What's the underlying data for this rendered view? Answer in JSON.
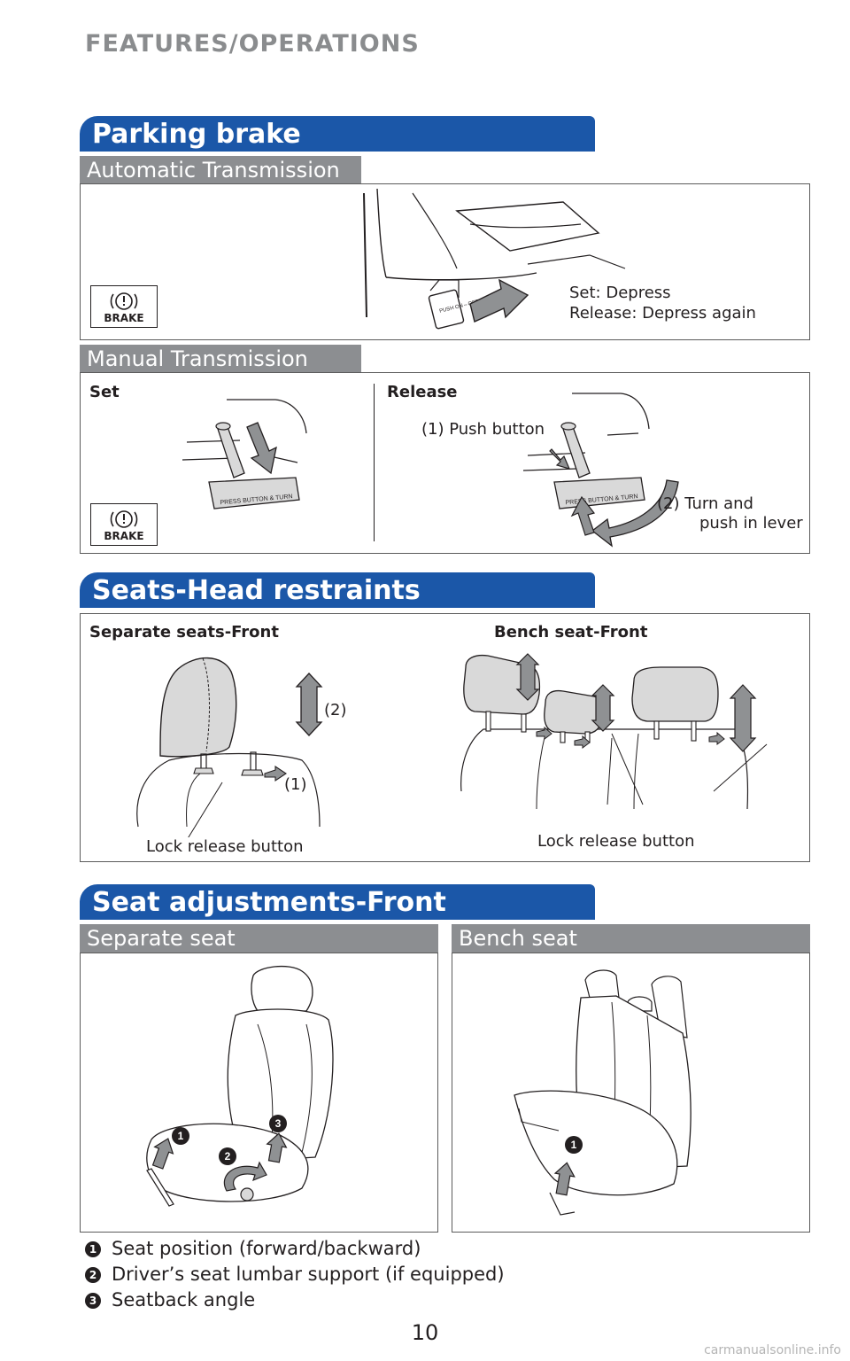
{
  "header": {
    "title": "FEATURES/OPERATIONS"
  },
  "parking_brake": {
    "banner": "Parking brake",
    "automatic": {
      "tab": "Automatic Transmission",
      "set_text": "Set: Depress",
      "release_text": "Release: Depress again",
      "icon_label": "BRAKE",
      "pedal_text": "PUSH ON⇔OFF"
    },
    "manual": {
      "tab": "Manual Transmission",
      "set_label": "Set",
      "release_label": "Release",
      "step1": "(1) Push button",
      "step2a": "(2) Turn and",
      "step2b": "push in lever",
      "icon_label": "BRAKE",
      "lever_text": "PRESS BUTTON & TURN"
    }
  },
  "head_restraints": {
    "banner": "Seats-Head restraints",
    "separate_label": "Separate seats-Front",
    "bench_label": "Bench seat-Front",
    "mark2": "(2)",
    "mark1": "(1)",
    "lock_left": "Lock release button",
    "lock_right": "Lock release button"
  },
  "seat_adjust": {
    "banner": "Seat adjustments-Front",
    "separate_tab": "Separate seat",
    "bench_tab": "Bench seat",
    "callouts": [
      "1",
      "2",
      "3"
    ]
  },
  "legend": [
    {
      "num": "1",
      "text": "Seat position (forward/backward)"
    },
    {
      "num": "2",
      "text": "Driver’s seat lumbar support (if equipped)"
    },
    {
      "num": "3",
      "text": "Seatback angle"
    }
  ],
  "page_number": "10",
  "watermark": "carmanualsonline.info",
  "colors": {
    "banner_blue": "#1b57a8",
    "tab_gray": "#8c8e91",
    "header_gray": "#8a8c8e",
    "restraint_fill": "#d9d9d9",
    "arrow_gray": "#8f9193"
  }
}
